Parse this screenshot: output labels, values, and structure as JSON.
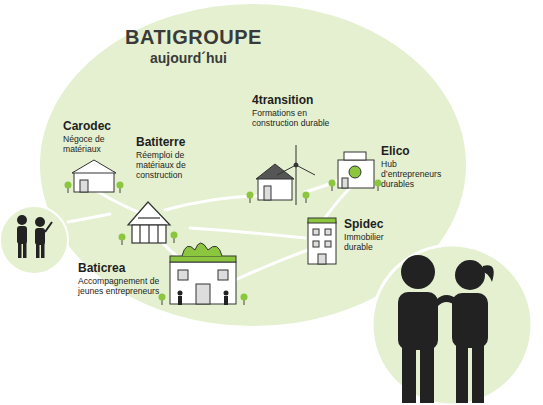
{
  "diagram": {
    "nodes": [
      {
        "text": [
          "BATIGROUPE",
          "aujourd´hui"
        ]
      },
      {
        "text": [
          "Carodec",
          "Négoce de matériaux"
        ],
        "in": 0
      },
      {
        "text": [
          "Batiterre",
          "Réemploi de matériaux de construction"
        ],
        "in": 0
      },
      {
        "text": [
          "4transition",
          "Formations en construction durable"
        ],
        "in": 0
      },
      {
        "text": [
          "Elico",
          "Hub d’entrepreneurs durables"
        ],
        "in": 0
      },
      {
        "text": [
          "Spidec",
          "Immobilier durable"
        ],
        "in": 0
      },
      {
        "text": [
          "Baticrea",
          "Accompagnement de jeunes entrepreneurs"
        ],
        "in": 0
      }
    ]
  }
}
